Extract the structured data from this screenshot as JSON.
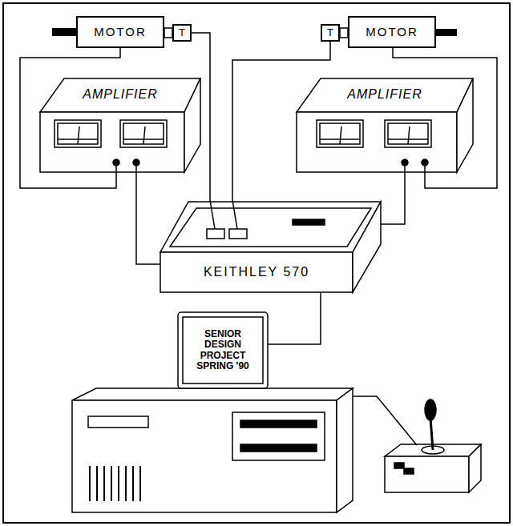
{
  "diagram": {
    "nodes": [
      {
        "text": [
          "MOTOR"
        ]
      },
      {
        "text": [
          "T"
        ]
      },
      {
        "text": [
          "T"
        ]
      },
      {
        "text": [
          "MOTOR"
        ]
      },
      {
        "text": [
          "AMPLIFIER"
        ]
      },
      {
        "text": [
          "AMPLIFIER"
        ]
      },
      {
        "text": [
          "KEITHLEY 570"
        ]
      },
      {
        "text": [
          "SENIOR DESIGN PROJECT SPRING '90"
        ]
      }
    ],
    "edges": [
      {
        "from": 0,
        "to": 4,
        "arrow": "none"
      },
      {
        "from": 4,
        "to": 6,
        "arrow": "none"
      },
      {
        "from": 1,
        "to": 6,
        "arrow": "none"
      },
      {
        "from": 2,
        "to": 6,
        "arrow": "none"
      },
      {
        "from": 3,
        "to": 5,
        "arrow": "none"
      },
      {
        "from": 5,
        "to": 6,
        "arrow": "none"
      },
      {
        "from": 6,
        "to": 7,
        "arrow": "none"
      }
    ]
  }
}
